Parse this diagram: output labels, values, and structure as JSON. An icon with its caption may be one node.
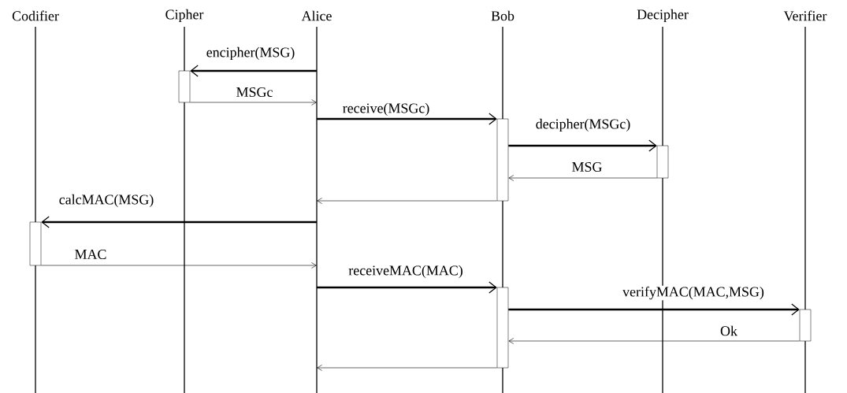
{
  "diagram": {
    "nodes": [
      {
        "text": [
          "Codifier"
        ]
      },
      {
        "text": [
          "Cipher"
        ]
      },
      {
        "text": [
          "Alice"
        ]
      },
      {
        "text": [
          "Bob"
        ]
      },
      {
        "text": [
          "Decipher"
        ]
      },
      {
        "text": [
          "Verifier"
        ]
      },
      {
        "text": [],
        "shape": "bar",
        "in": 1
      },
      {
        "text": [],
        "shape": "bar",
        "in": 3
      },
      {
        "text": [],
        "shape": "bar",
        "in": 4
      },
      {
        "text": [],
        "shape": "bar",
        "in": 0
      },
      {
        "text": [],
        "shape": "bar",
        "in": 3
      },
      {
        "text": [],
        "shape": "bar",
        "in": 5
      }
    ],
    "edges": [
      {
        "from": 2,
        "to": 6,
        "arrow": "to",
        "label": "encipher(MSG)",
        "style": "thick"
      },
      {
        "from": 6,
        "to": 2,
        "arrow": "to",
        "label": "MSGc"
      },
      {
        "from": 2,
        "to": 7,
        "arrow": "to",
        "label": "receive(MSGc)",
        "style": "thick"
      },
      {
        "from": 7,
        "to": 8,
        "arrow": "to",
        "label": "decipher(MSGc)",
        "style": "thick"
      },
      {
        "from": 8,
        "to": 7,
        "arrow": "to",
        "label": "MSG"
      },
      {
        "from": 7,
        "to": 2,
        "arrow": "to"
      },
      {
        "from": 2,
        "to": 9,
        "arrow": "to",
        "label": "calcMAC(MSG)",
        "style": "thick"
      },
      {
        "from": 9,
        "to": 2,
        "arrow": "to",
        "label": "MAC"
      },
      {
        "from": 2,
        "to": 10,
        "arrow": "to",
        "label": "receiveMAC(MAC)",
        "style": "thick"
      },
      {
        "from": 10,
        "to": 11,
        "arrow": "to",
        "label": "verifyMAC(MAC,MSG)",
        "style": "thick"
      },
      {
        "from": 11,
        "to": 10,
        "arrow": "to",
        "label": "Ok"
      },
      {
        "from": 10,
        "to": 2,
        "arrow": "to"
      }
    ]
  }
}
